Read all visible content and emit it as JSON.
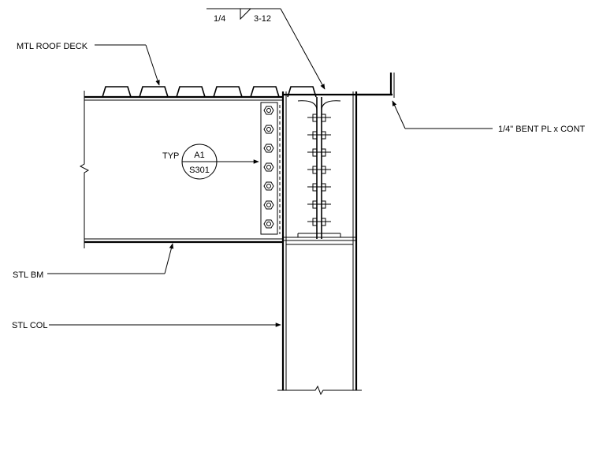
{
  "drawing": {
    "weld_symbol": {
      "size": "1/4",
      "length_pitch": "3-12"
    },
    "labels": {
      "roof_deck": "MTL ROOF DECK",
      "bent_plate": "1/4\" BENT PL x CONT",
      "beam": "STL BM",
      "column": "STL COL",
      "typ": "TYP"
    },
    "section_callout": {
      "detail": "A1",
      "sheet": "S301"
    }
  }
}
